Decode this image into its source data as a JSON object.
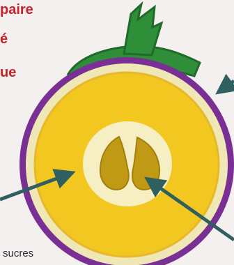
{
  "diagram": {
    "heading_lines": [
      "paire",
      "é",
      "ue"
    ],
    "bottom_label": "sucres",
    "colors": {
      "background": "#f3f0ef",
      "title_text": "#c7222a",
      "label_text": "#2d2d2d",
      "skin": "#7a2f95",
      "flesh_outer": "#efe8b6",
      "flesh": "#f2c71f",
      "flesh_edge": "#e7b72c",
      "core": "#f6efc3",
      "seed": "#c09a14",
      "stem": "#2f8f39",
      "stem_dark": "#206a2a",
      "arrow": "#2f5f5e"
    },
    "arrow_count": 3
  }
}
